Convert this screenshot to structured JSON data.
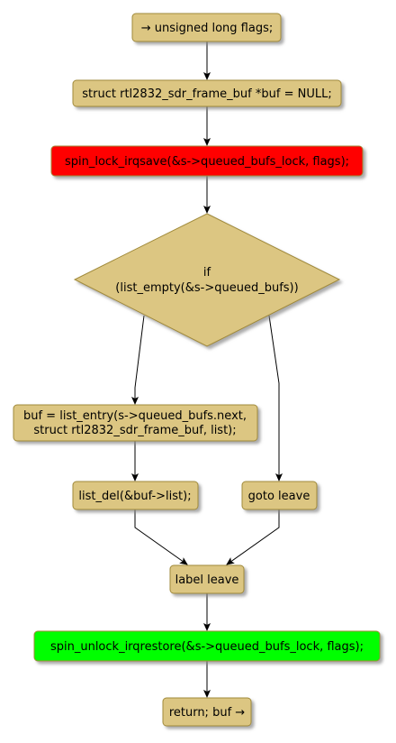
{
  "colors": {
    "node_fill": "#dcc682",
    "node_border": "#a08a3a",
    "lock_fill": "#ff0000",
    "unlock_fill": "#00ff00",
    "shadow": "#999999",
    "edge": "#000000"
  },
  "nodes": {
    "start": {
      "label": "→ unsigned long flags;"
    },
    "declare_buf": {
      "label": "struct rtl2832_sdr_frame_buf *buf = NULL;"
    },
    "lock": {
      "label": "spin_lock_irqsave(&s->queued_bufs_lock, flags);"
    },
    "decision": {
      "line1": "if",
      "line2": "(list_empty(&s->queued_bufs))"
    },
    "assign_buf": {
      "line1": "buf = list_entry(s->queued_bufs.next,",
      "line2": "struct rtl2832_sdr_frame_buf, list);"
    },
    "list_del": {
      "label": "list_del(&buf->list);"
    },
    "goto_leave": {
      "label": "goto leave"
    },
    "label_leave": {
      "label": "label leave"
    },
    "unlock": {
      "label": "spin_unlock_irqrestore(&s->queued_bufs_lock, flags);"
    },
    "return": {
      "label": "return; buf →"
    }
  }
}
